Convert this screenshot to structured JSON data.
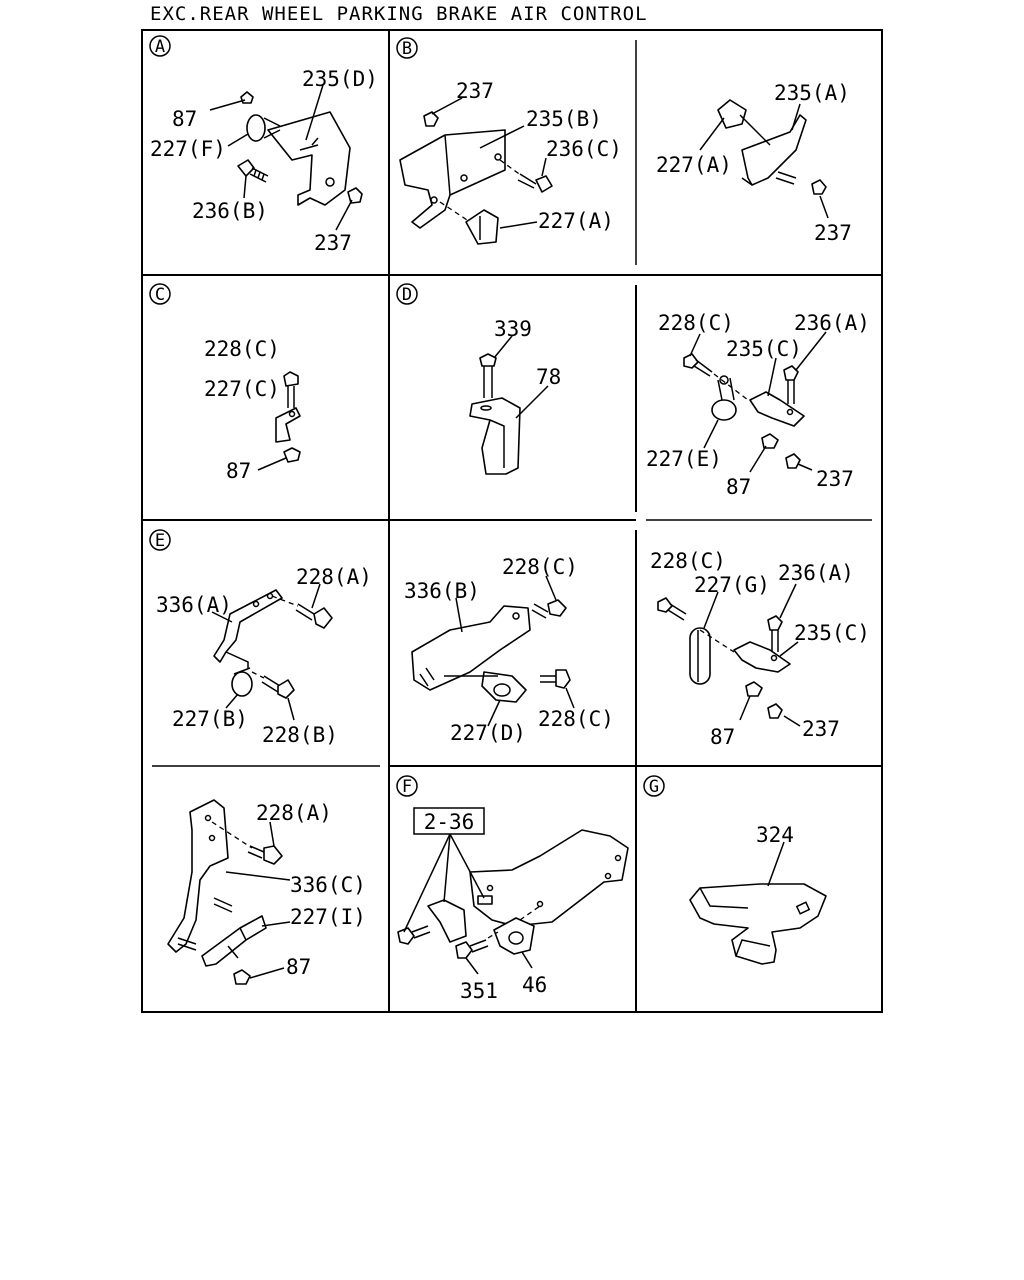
{
  "title": "EXC.REAR WHEEL PARKING BRAKE AIR CONTROL",
  "panels": {
    "A": {
      "tag": "A",
      "labels": [
        "87",
        "227(F)",
        "235(D)",
        "236(B)",
        "237"
      ]
    },
    "B": {
      "tag": "B",
      "labels": [
        "237",
        "235(B)",
        "236(C)",
        "227(A)"
      ]
    },
    "B2": {
      "labels": [
        "235(A)",
        "227(A)",
        "237"
      ]
    },
    "C": {
      "tag": "C",
      "labels": [
        "228(C)",
        "227(C)",
        "87"
      ]
    },
    "D": {
      "tag": "D",
      "labels": [
        "339",
        "78"
      ]
    },
    "D2": {
      "labels": [
        "228(C)",
        "236(A)",
        "235(C)",
        "227(E)",
        "87",
        "237"
      ]
    },
    "E": {
      "tag": "E",
      "labels": [
        "336(A)",
        "228(A)",
        "227(B)",
        "228(B)"
      ]
    },
    "E2": {
      "labels": [
        "336(B)",
        "228(C)",
        "227(D)",
        "228(C)"
      ]
    },
    "E3": {
      "labels": [
        "228(C)",
        "227(G)",
        "236(A)",
        "235(C)",
        "87",
        "237"
      ]
    },
    "E4": {
      "labels": [
        "228(A)",
        "336(C)",
        "227(I)",
        "87"
      ]
    },
    "F": {
      "tag": "F",
      "ref_box": "2-36",
      "labels": [
        "351",
        "46"
      ]
    },
    "G": {
      "tag": "G",
      "labels": [
        "324"
      ]
    }
  }
}
